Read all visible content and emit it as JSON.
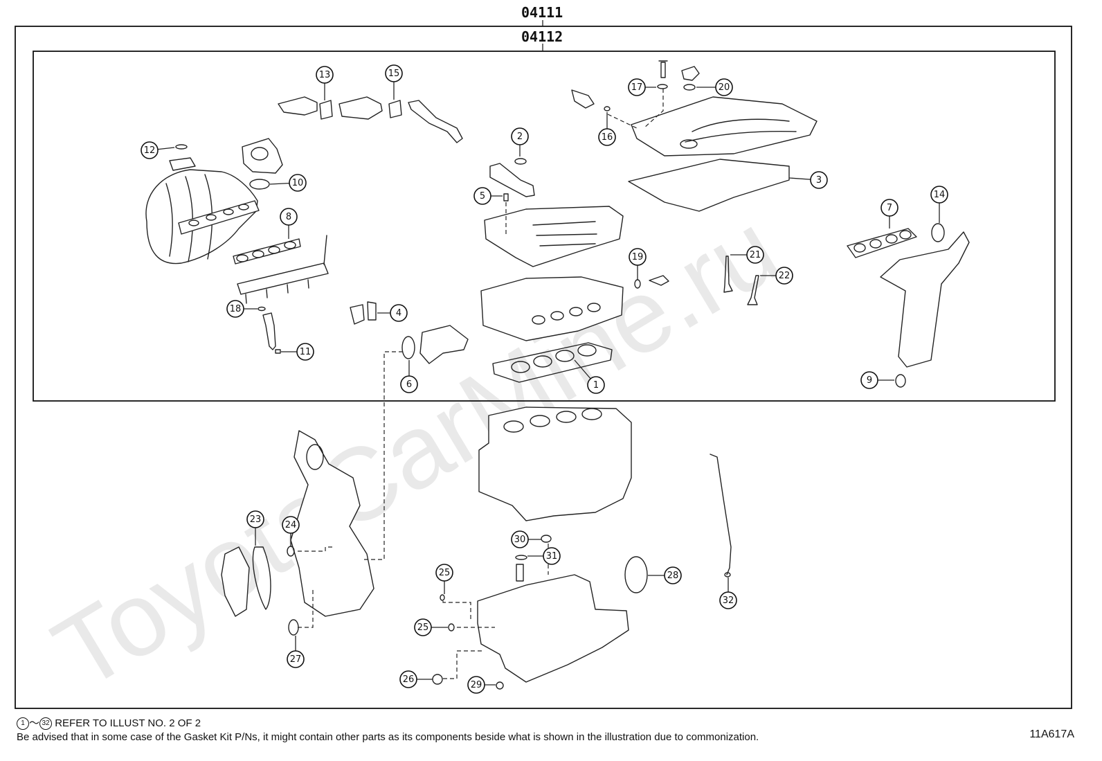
{
  "kit_labels": {
    "outer": "04111",
    "inner": "04112"
  },
  "watermark": "ToyotaCarMine.ru",
  "callouts": [
    {
      "id": "c1",
      "number": "1"
    },
    {
      "id": "c2",
      "number": "2"
    },
    {
      "id": "c3",
      "number": "3"
    },
    {
      "id": "c4",
      "number": "4"
    },
    {
      "id": "c5",
      "number": "5"
    },
    {
      "id": "c6",
      "number": "6"
    },
    {
      "id": "c7",
      "number": "7"
    },
    {
      "id": "c8",
      "number": "8"
    },
    {
      "id": "c9",
      "number": "9"
    },
    {
      "id": "c10",
      "number": "10"
    },
    {
      "id": "c11",
      "number": "11"
    },
    {
      "id": "c12",
      "number": "12"
    },
    {
      "id": "c13",
      "number": "13"
    },
    {
      "id": "c14",
      "number": "14"
    },
    {
      "id": "c15",
      "number": "15"
    },
    {
      "id": "c16",
      "number": "16"
    },
    {
      "id": "c17",
      "number": "17"
    },
    {
      "id": "c18",
      "number": "18"
    },
    {
      "id": "c19",
      "number": "19"
    },
    {
      "id": "c20",
      "number": "20"
    },
    {
      "id": "c21",
      "number": "21"
    },
    {
      "id": "c22",
      "number": "22"
    },
    {
      "id": "c23",
      "number": "23"
    },
    {
      "id": "c24",
      "number": "24"
    },
    {
      "id": "c25a",
      "number": "25"
    },
    {
      "id": "c25b",
      "number": "25"
    },
    {
      "id": "c26",
      "number": "26"
    },
    {
      "id": "c27",
      "number": "27"
    },
    {
      "id": "c28",
      "number": "28"
    },
    {
      "id": "c29",
      "number": "29"
    },
    {
      "id": "c30",
      "number": "30"
    },
    {
      "id": "c31",
      "number": "31"
    },
    {
      "id": "c32",
      "number": "32"
    }
  ],
  "notes": {
    "ref_start": "1",
    "ref_sep": "～",
    "ref_end": "32",
    "ref_text": "REFER TO ILLUST NO. 2 OF 2",
    "advisory": "Be advised that in some case of the Gasket Kit P/Ns,  it might contain other parts as its components beside what is shown in the illustration due to commonization."
  },
  "figure_code": "11A617A"
}
